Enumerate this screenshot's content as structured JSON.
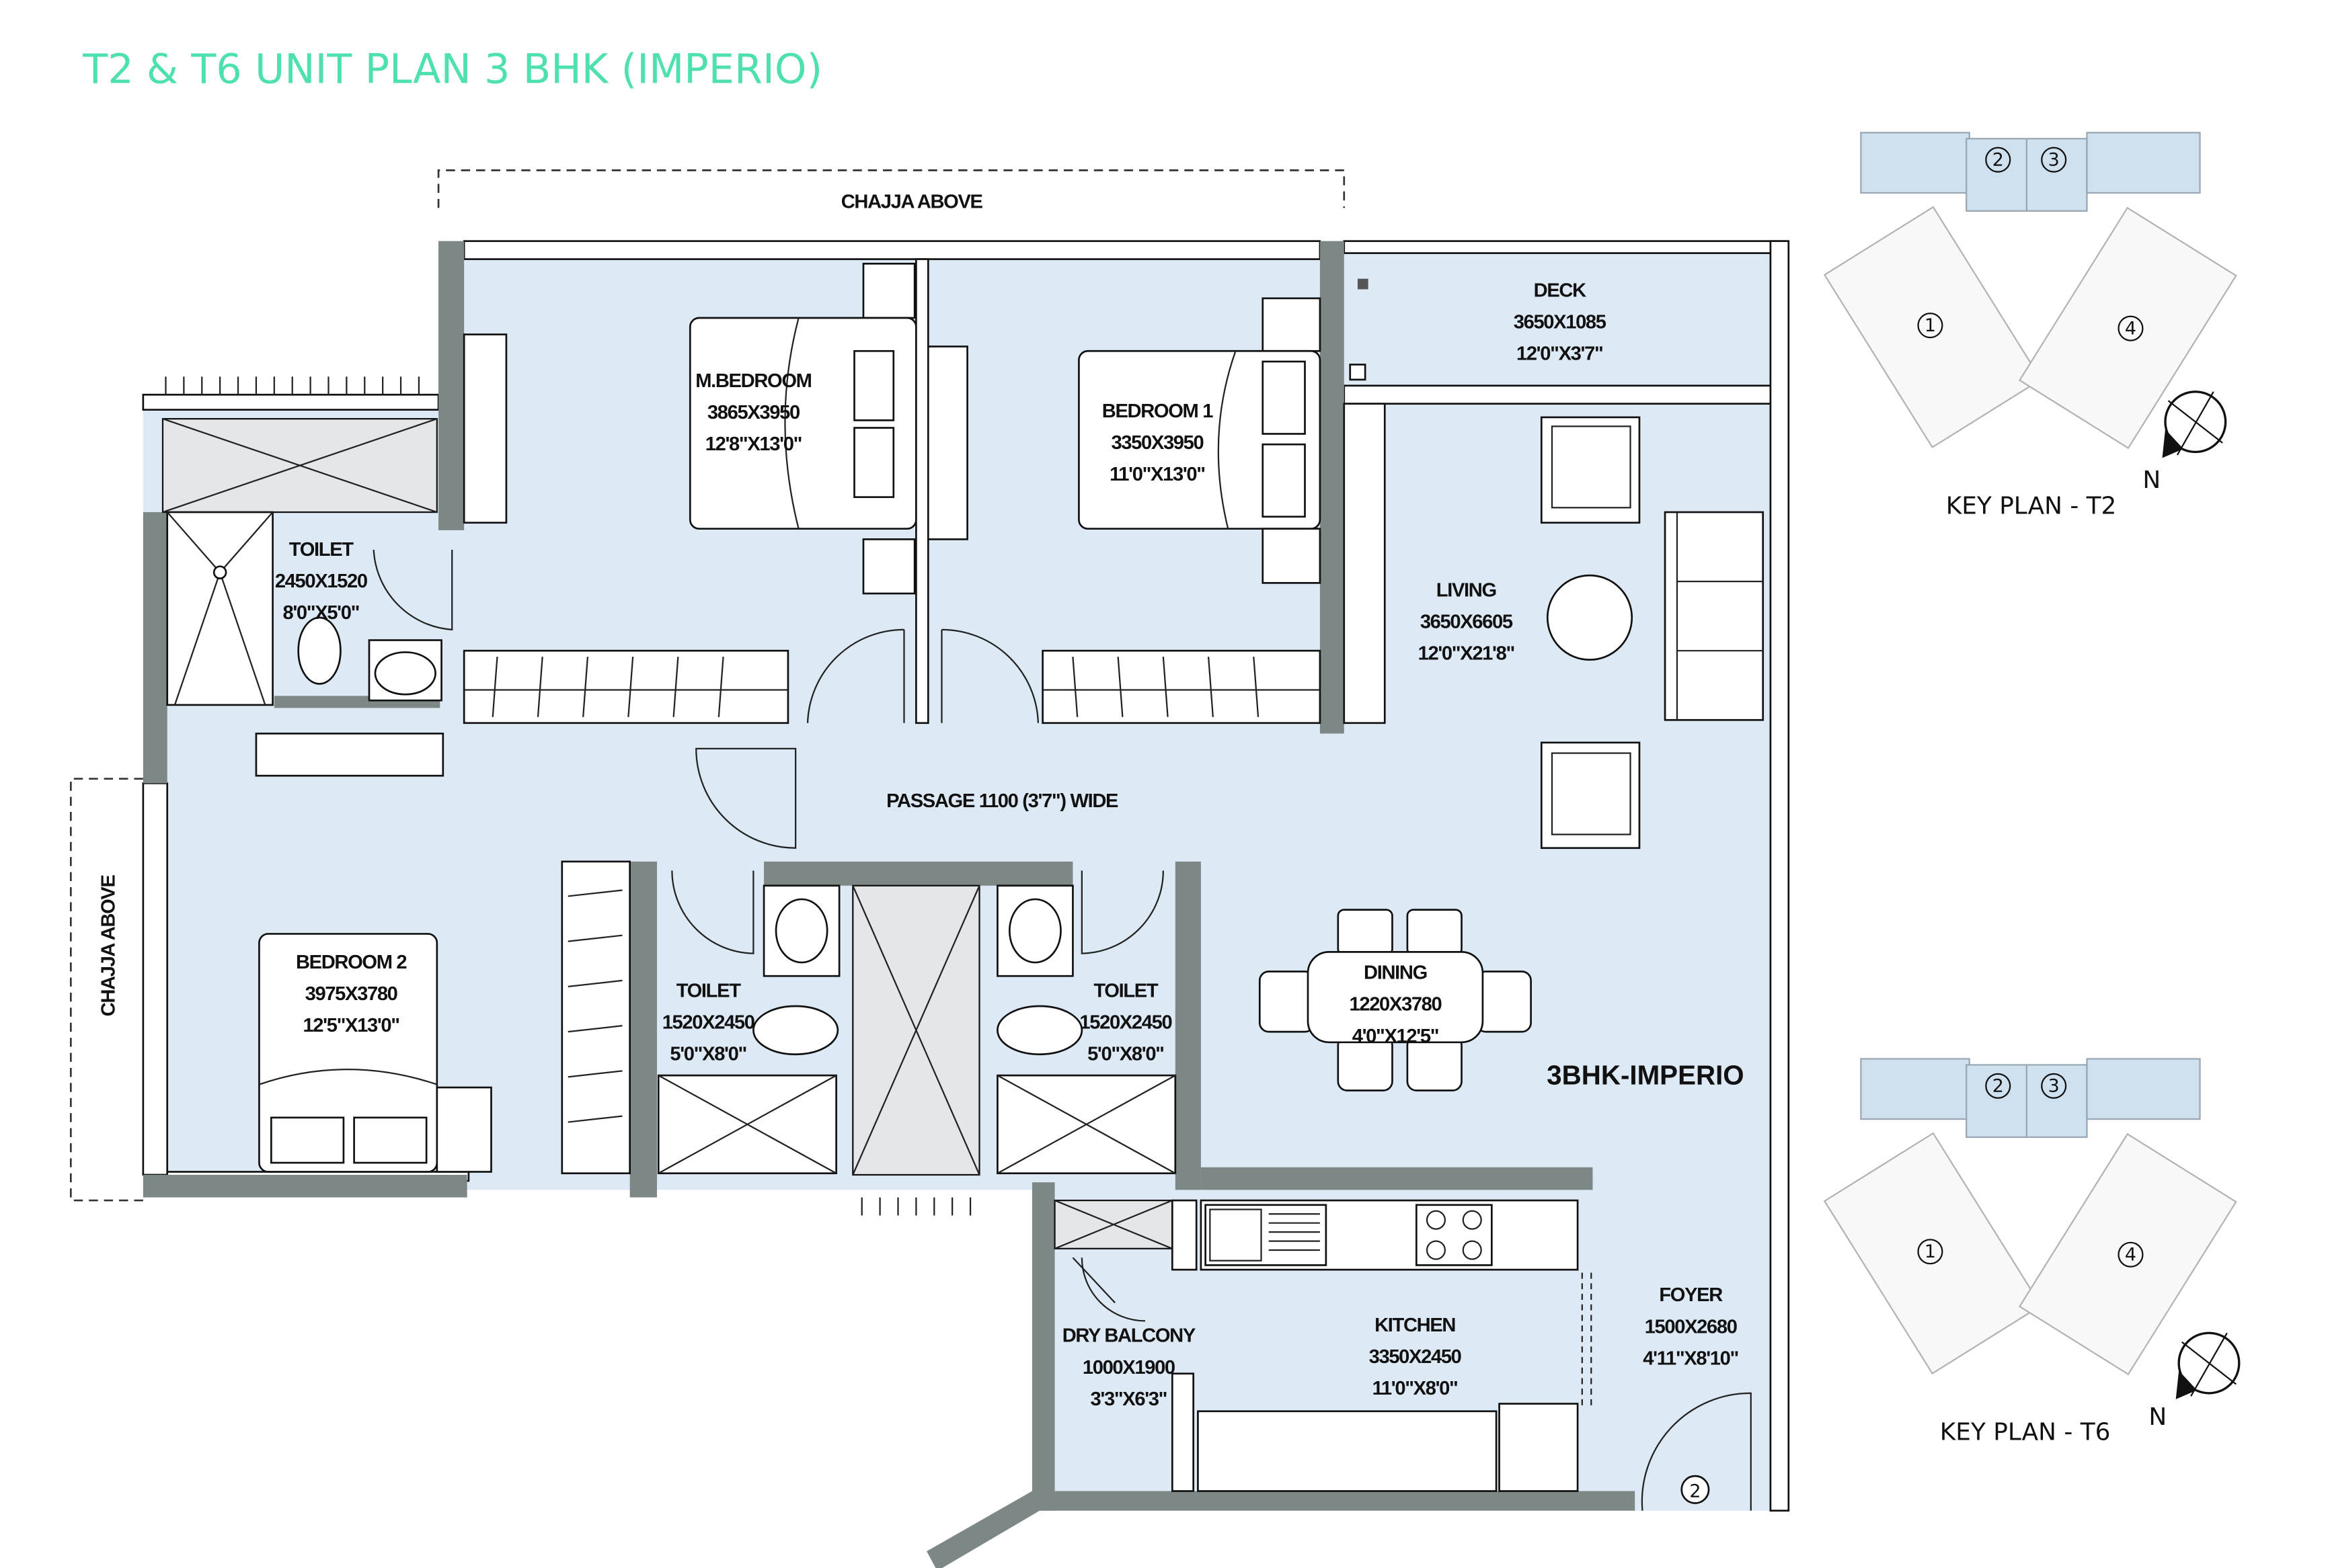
{
  "title": "T2 & T6 UNIT PLAN 3 BHK (IMPERIO)",
  "chajja_top": "CHAJJA ABOVE",
  "chajja_left": "CHAJJA ABOVE",
  "passage": "PASSAGE 1100 (3'7\") WIDE",
  "unit_type": "3BHK-IMPERIO",
  "foyer_marker": "2",
  "rooms": [
    {
      "name": "M.BEDROOM",
      "metric": "3865X3950",
      "imperial": "12'8\"X13'0\""
    },
    {
      "name": "BEDROOM 1",
      "metric": "3350X3950",
      "imperial": "11'0\"X13'0\""
    },
    {
      "name": "DECK",
      "metric": "3650X1085",
      "imperial": "12'0\"X3'7\""
    },
    {
      "name": "LIVING",
      "metric": "3650X6605",
      "imperial": "12'0\"X21'8\""
    },
    {
      "name": "TOILET",
      "metric": "2450X1520",
      "imperial": "8'0\"X5'0\""
    },
    {
      "name": "BEDROOM 2",
      "metric": "3975X3780",
      "imperial": "12'5\"X13'0\""
    },
    {
      "name": "TOILET",
      "metric": "1520X2450",
      "imperial": "5'0\"X8'0\""
    },
    {
      "name": "TOILET",
      "metric": "1520X2450",
      "imperial": "5'0\"X8'0\""
    },
    {
      "name": "DINING",
      "metric": "1220X3780",
      "imperial": "4'0\"X12'5\""
    },
    {
      "name": "DRY BALCONY",
      "metric": "1000X1900",
      "imperial": "3'3\"X6'3\""
    },
    {
      "name": "KITCHEN",
      "metric": "3350X2450",
      "imperial": "11'0\"X8'0\""
    },
    {
      "name": "FOYER",
      "metric": "1500X2680",
      "imperial": "4'11\"X8'10\""
    }
  ],
  "key_plans": [
    {
      "label": "KEY PLAN - T2",
      "north": "N",
      "units": [
        "1",
        "2",
        "3",
        "4"
      ]
    },
    {
      "label": "KEY PLAN - T6",
      "north": "N",
      "units": [
        "1",
        "2",
        "3",
        "4"
      ]
    }
  ],
  "colors": {
    "title": "#4fe0b0",
    "floor": "#dde9f5",
    "wall": "#7d8786"
  }
}
